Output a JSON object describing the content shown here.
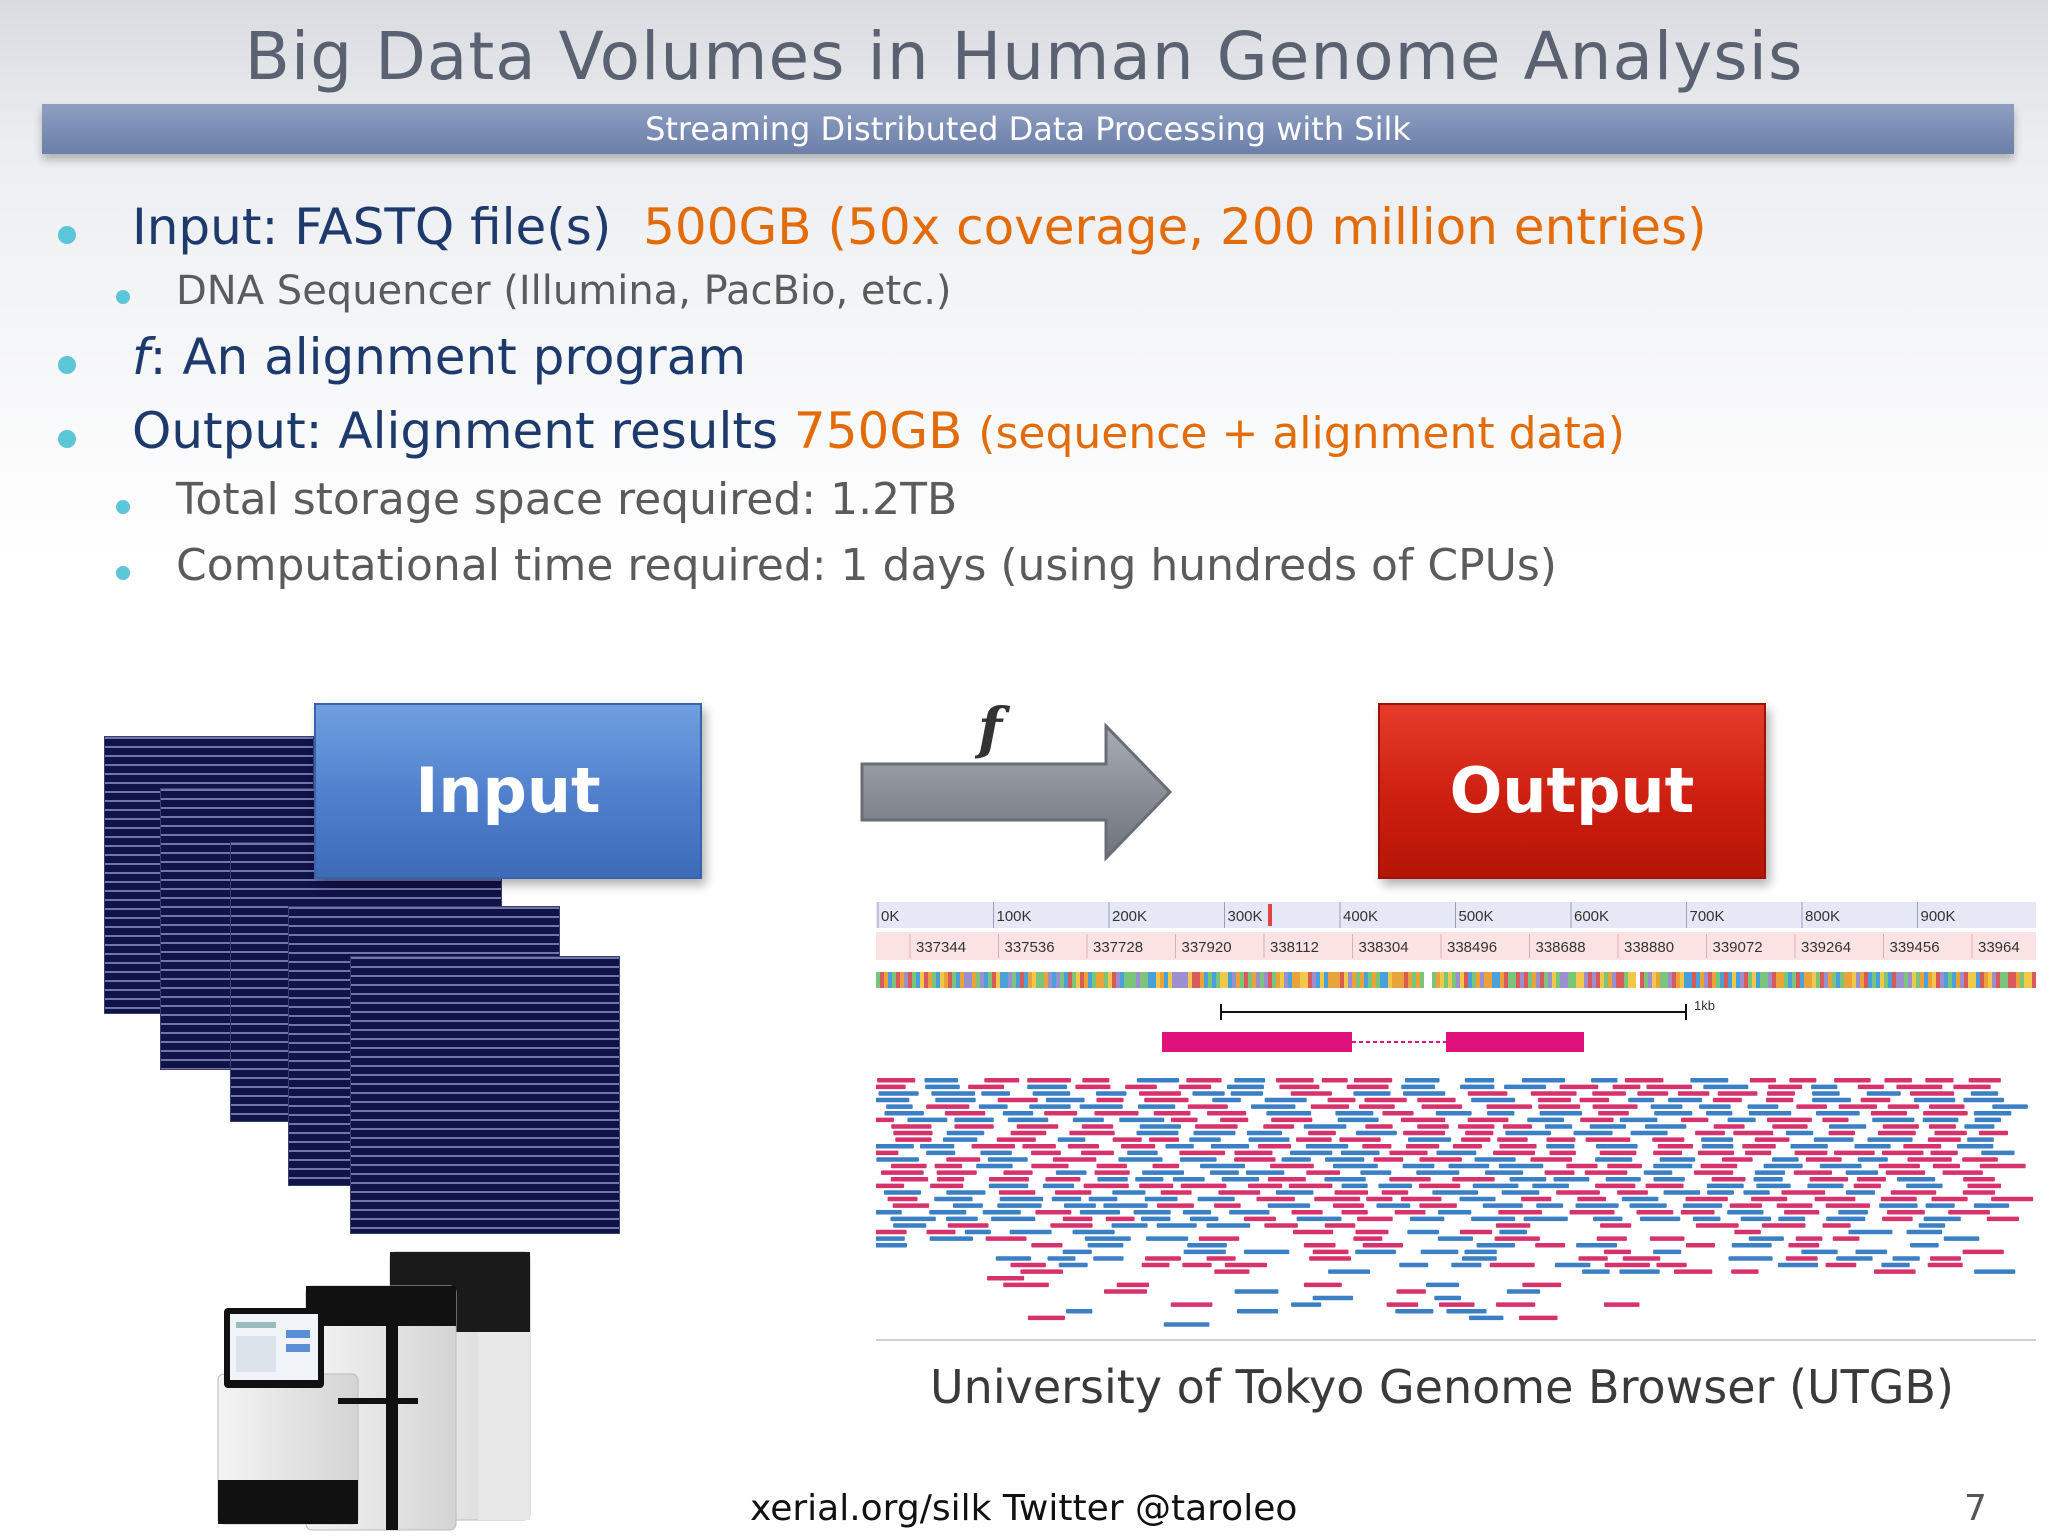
{
  "slide": {
    "title": "Big Data Volumes in Human Genome Analysis",
    "subtitle": "Streaming Distributed Data Processing with Silk"
  },
  "bullets": {
    "input_label": "Input: FASTQ file(s)",
    "input_size": "500GB (50x coverage, 200 million entries)",
    "sequencer": "DNA Sequencer (Illumina, PacBio, etc.)",
    "f_symbol": "f",
    "f_text": ":  An alignment program",
    "output_label": "Output: Alignment results",
    "output_size": "750GB",
    "output_detail": "(sequence + alignment data)",
    "storage": "Total storage space required: 1.2TB",
    "time": "Computational time required: 1 days (using hundreds of CPUs)"
  },
  "diagram": {
    "input_box": "Input",
    "output_box": "Output",
    "arrow_label": "f",
    "browser_ruler": [
      "0K",
      "100K",
      "200K",
      "300K",
      "400K",
      "500K",
      "600K",
      "700K",
      "800K",
      "900K"
    ],
    "browser_positions": [
      "337344",
      "337536",
      "337728",
      "337920",
      "338112",
      "338304",
      "338496",
      "338688",
      "338880",
      "339072",
      "339264",
      "339456",
      "33964"
    ],
    "scale_label": "1kb",
    "caption": "University of Tokyo Genome Browser (UTGB)"
  },
  "footer": {
    "credit": "xerial.org/silk Twitter @taroleo",
    "page_number": "7"
  },
  "colors": {
    "heading": "#5a6272",
    "bullet_text": "#1e3a6d",
    "highlight": "#e36c0a",
    "bullet_dot": "#5bc6d8",
    "input_box": "#4f7fcc",
    "output_box": "#cc1f10",
    "read_pink": "#d6336c",
    "read_blue": "#3b7fc4"
  }
}
